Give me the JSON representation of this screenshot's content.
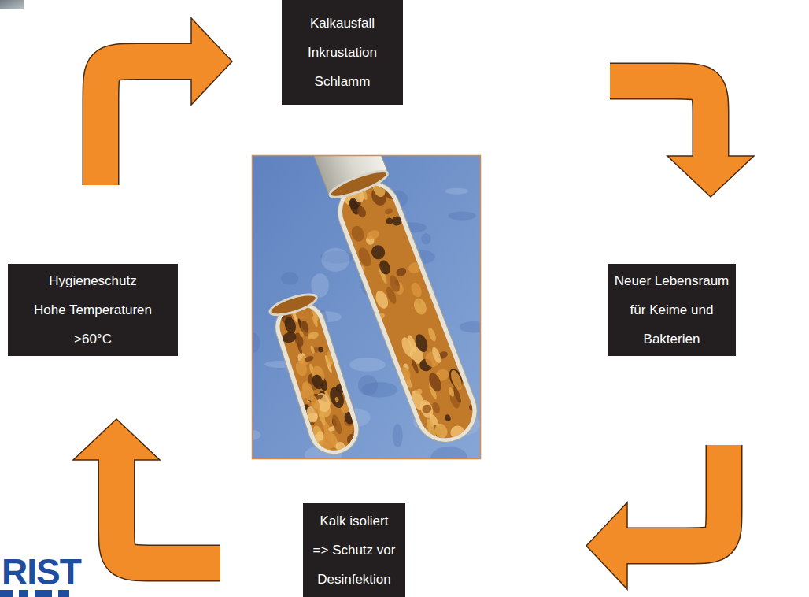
{
  "diagram": {
    "nodes": [
      {
        "text": [
          "Kalkausfall",
          "Inkrustation",
          "Schlamm"
        ]
      },
      {
        "text": [
          "Hygieneschutz",
          "Hohe Temperaturen >60°C"
        ]
      },
      {
        "text": [
          "Neuer Lebensraum für Keime und Bakterien"
        ]
      },
      {
        "text": [
          "Kalk isoliert",
          "=> Schutz vor Desinfektion"
        ]
      }
    ],
    "edges": [
      {
        "from": 1,
        "to": 0,
        "arrow": "to"
      },
      {
        "from": 0,
        "to": 2,
        "arrow": "to"
      },
      {
        "from": 2,
        "to": 3,
        "arrow": "to"
      },
      {
        "from": 3,
        "to": 1,
        "arrow": "to"
      }
    ],
    "labels": [
      "RIST"
    ]
  }
}
